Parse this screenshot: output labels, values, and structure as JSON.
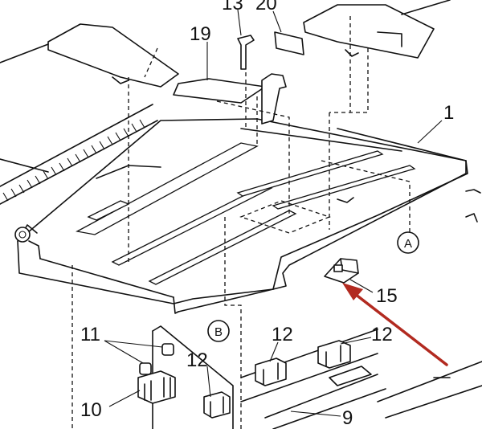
{
  "colors": {
    "line": "#111111",
    "arrow": "#b22a20",
    "background": "#ffffff"
  },
  "labels": {
    "l13": "13",
    "l20": "20",
    "l19": "19",
    "l1": "1",
    "lA": "A",
    "l15": "15",
    "lB": "B",
    "l11": "11",
    "l12a": "12",
    "l12b": "12",
    "l12c": "12",
    "l10": "10",
    "l9": "9"
  }
}
